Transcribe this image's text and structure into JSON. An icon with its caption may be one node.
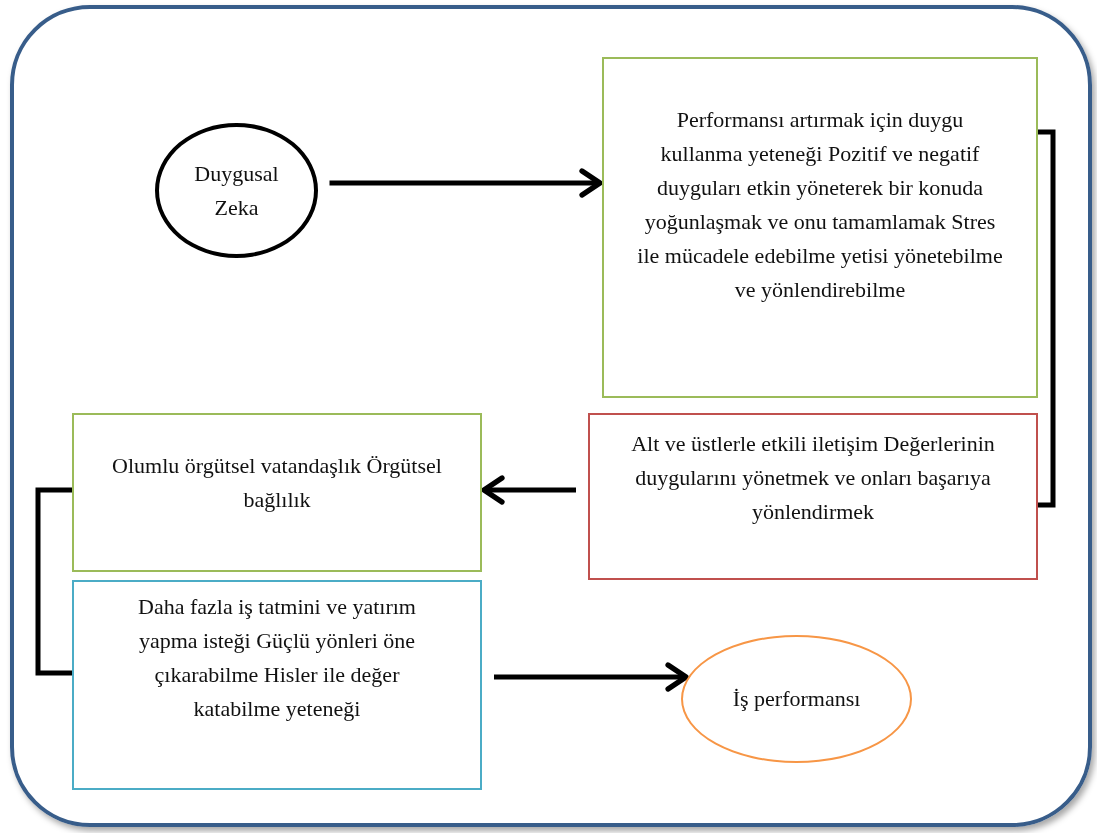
{
  "diagram": {
    "nodes": [
      {
        "text": [
          "Duygusal Zeka"
        ]
      },
      {
        "text": [
          "Performansı artırmak için duygu kullanma yeteneği Pozitif ve negatif duyguları etkin yöneterek bir konuda yoğunlaşmak ve onu tamamlamak Stres ile mücadele edebilme yetisi yönetebilme ve yönlendirebilme"
        ]
      },
      {
        "text": [
          "Alt ve üstlerle etkili iletişim Değerlerinin duygularını yönetmek ve onları başarıya yönlendirmek"
        ]
      },
      {
        "text": [
          "Olumlu örgütsel vatandaşlık Örgütsel bağlılık"
        ]
      },
      {
        "text": [
          "Daha fazla iş tatmini ve yatırım yapma isteği Güçlü yönleri öne çıkarabilme Hisler ile değer katabilme yeteneği"
        ]
      },
      {
        "text": [
          "İş performansı"
        ]
      }
    ],
    "edges": [
      {
        "from": 0,
        "to": 1,
        "arrow": "to"
      },
      {
        "from": 2,
        "to": 3,
        "arrow": "to"
      },
      {
        "from": 4,
        "to": 5,
        "arrow": "to"
      },
      {
        "from": 1,
        "to": 2,
        "arrow": "none"
      },
      {
        "from": 3,
        "to": 4,
        "arrow": "none"
      }
    ]
  }
}
